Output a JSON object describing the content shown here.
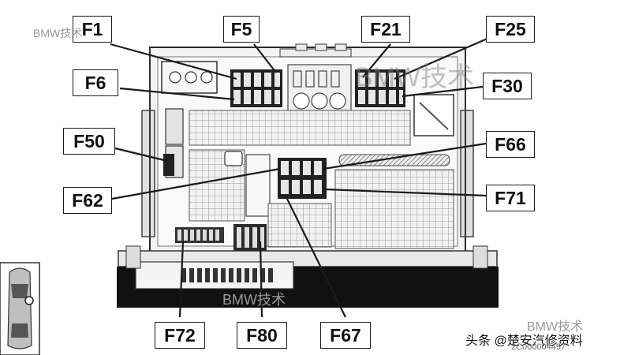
{
  "diagram": {
    "labels": [
      {
        "id": "F1",
        "text": "F1"
      },
      {
        "id": "F5",
        "text": "F5"
      },
      {
        "id": "F21",
        "text": "F21"
      },
      {
        "id": "F25",
        "text": "F25"
      },
      {
        "id": "F6",
        "text": "F6"
      },
      {
        "id": "F30",
        "text": "F30"
      },
      {
        "id": "F50",
        "text": "F50"
      },
      {
        "id": "F66",
        "text": "F66"
      },
      {
        "id": "F62",
        "text": "F62"
      },
      {
        "id": "F71",
        "text": "F71"
      },
      {
        "id": "F72",
        "text": "F72"
      },
      {
        "id": "F80",
        "text": "F80"
      },
      {
        "id": "F67",
        "text": "F67"
      }
    ]
  },
  "watermarks": {
    "top_left": "BMW技术",
    "top_center": "BMW技术",
    "middle": "BMW技术",
    "bottom_right": "BMW技术"
  },
  "footer": {
    "source_prefix": "头条",
    "source_handle": "@楚安汽修资料",
    "part_number": "2C000004497"
  }
}
